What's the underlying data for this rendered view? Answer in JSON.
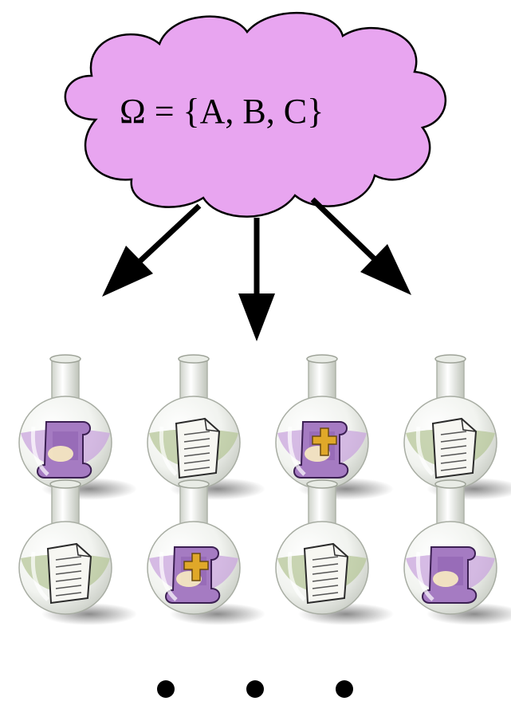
{
  "cloud": {
    "label": "Ω = {A, B, C}",
    "fill_color": "#e8a5f0",
    "stroke_color": "#000000"
  },
  "arrows": {
    "count": 3,
    "color": "#000000"
  },
  "flasks": {
    "rows": [
      [
        "scroll-icon",
        "document-icon",
        "scroll-cross-icon",
        "document-icon"
      ],
      [
        "document-icon",
        "scroll-cross-icon",
        "document-icon",
        "scroll-icon"
      ]
    ],
    "liquid_colors": {
      "scroll-icon": "#c9a6dd",
      "scroll-cross-icon": "#c9a6dd",
      "document-icon": "#b7c79a"
    }
  },
  "ellipsis": {
    "count": 3
  }
}
